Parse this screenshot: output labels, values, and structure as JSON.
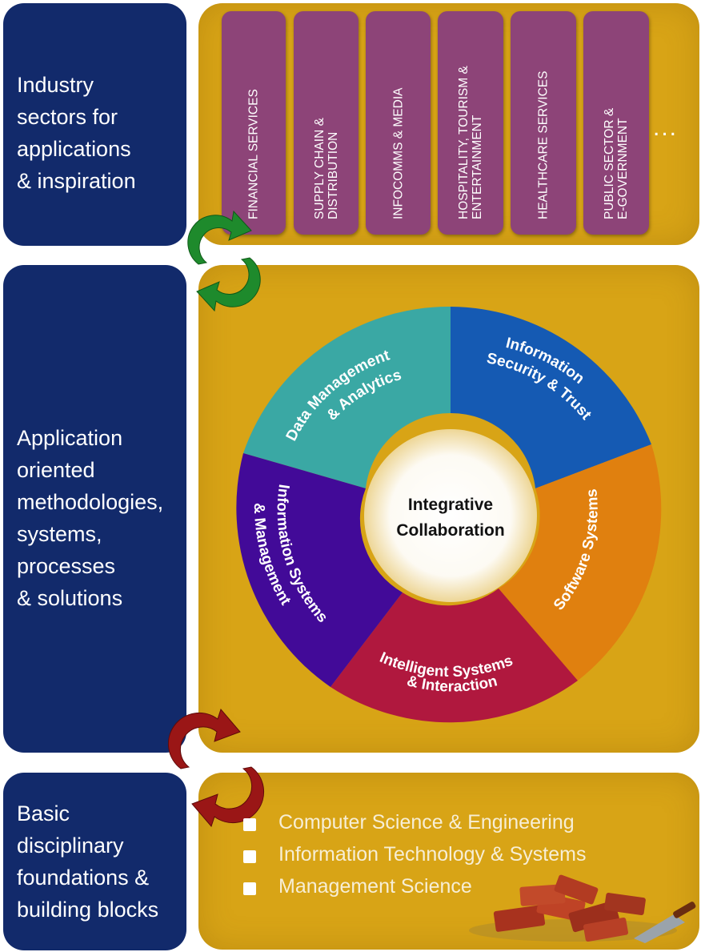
{
  "colors": {
    "navy": "#122a6b",
    "gold": "#d8a416",
    "sector_purple": "#8d4478",
    "segment_teal": "#3aa8a4",
    "segment_blue": "#155ab3",
    "segment_orange": "#e0800f",
    "segment_crimson": "#b0183e",
    "segment_indigo": "#420a98",
    "arrow_green": "#1e8a2c",
    "arrow_red": "#9a1616"
  },
  "rows": {
    "sectors_label": "Industry\nsectors for\napplications\n& inspiration",
    "methods_label": "Application\noriented\nmethodologies,\nsystems,\nprocesses\n& solutions",
    "foundations_label": "Basic\ndisciplinary\nfoundations &\nbuilding blocks"
  },
  "sectors": [
    {
      "label": "FINANCIAL  SERVICES"
    },
    {
      "label": "SUPPLY CHAIN  &\nDISTRIBUTION"
    },
    {
      "label": "INFOCOMMS & MEDIA"
    },
    {
      "label": "HOSPITALITY, TOURISM  &\nENTERTAINMENT"
    },
    {
      "label": "HEALTHCARE  SERVICES"
    },
    {
      "label": "PUBLIC SECTOR  &\nE-GOVERNMENT"
    }
  ],
  "more_sectors": "...",
  "wheel": {
    "center_line1": "Integrative",
    "center_line2": "Collaboration",
    "segments": [
      {
        "name": "Data Management",
        "line2": "& Analytics",
        "icon": "teal-segment"
      },
      {
        "name": "Information",
        "line2": "Security & Trust",
        "icon": "blue-segment"
      },
      {
        "name": "Software Systems",
        "line2": "",
        "icon": "orange-segment"
      },
      {
        "name": "Intelligent Systems",
        "line2": "& Interaction",
        "icon": "crimson-segment"
      },
      {
        "name": "Information Systems",
        "line2": "& Management",
        "icon": "indigo-segment"
      }
    ]
  },
  "foundations": [
    {
      "label": "Computer Science & Engineering"
    },
    {
      "label": "Information Technology & Systems"
    },
    {
      "label": "Management Science"
    }
  ],
  "icons": {
    "cycle_top": "green-cycle-arrows-icon",
    "cycle_bottom": "red-cycle-arrows-icon",
    "bricks": "bricks-trowel-icon"
  }
}
